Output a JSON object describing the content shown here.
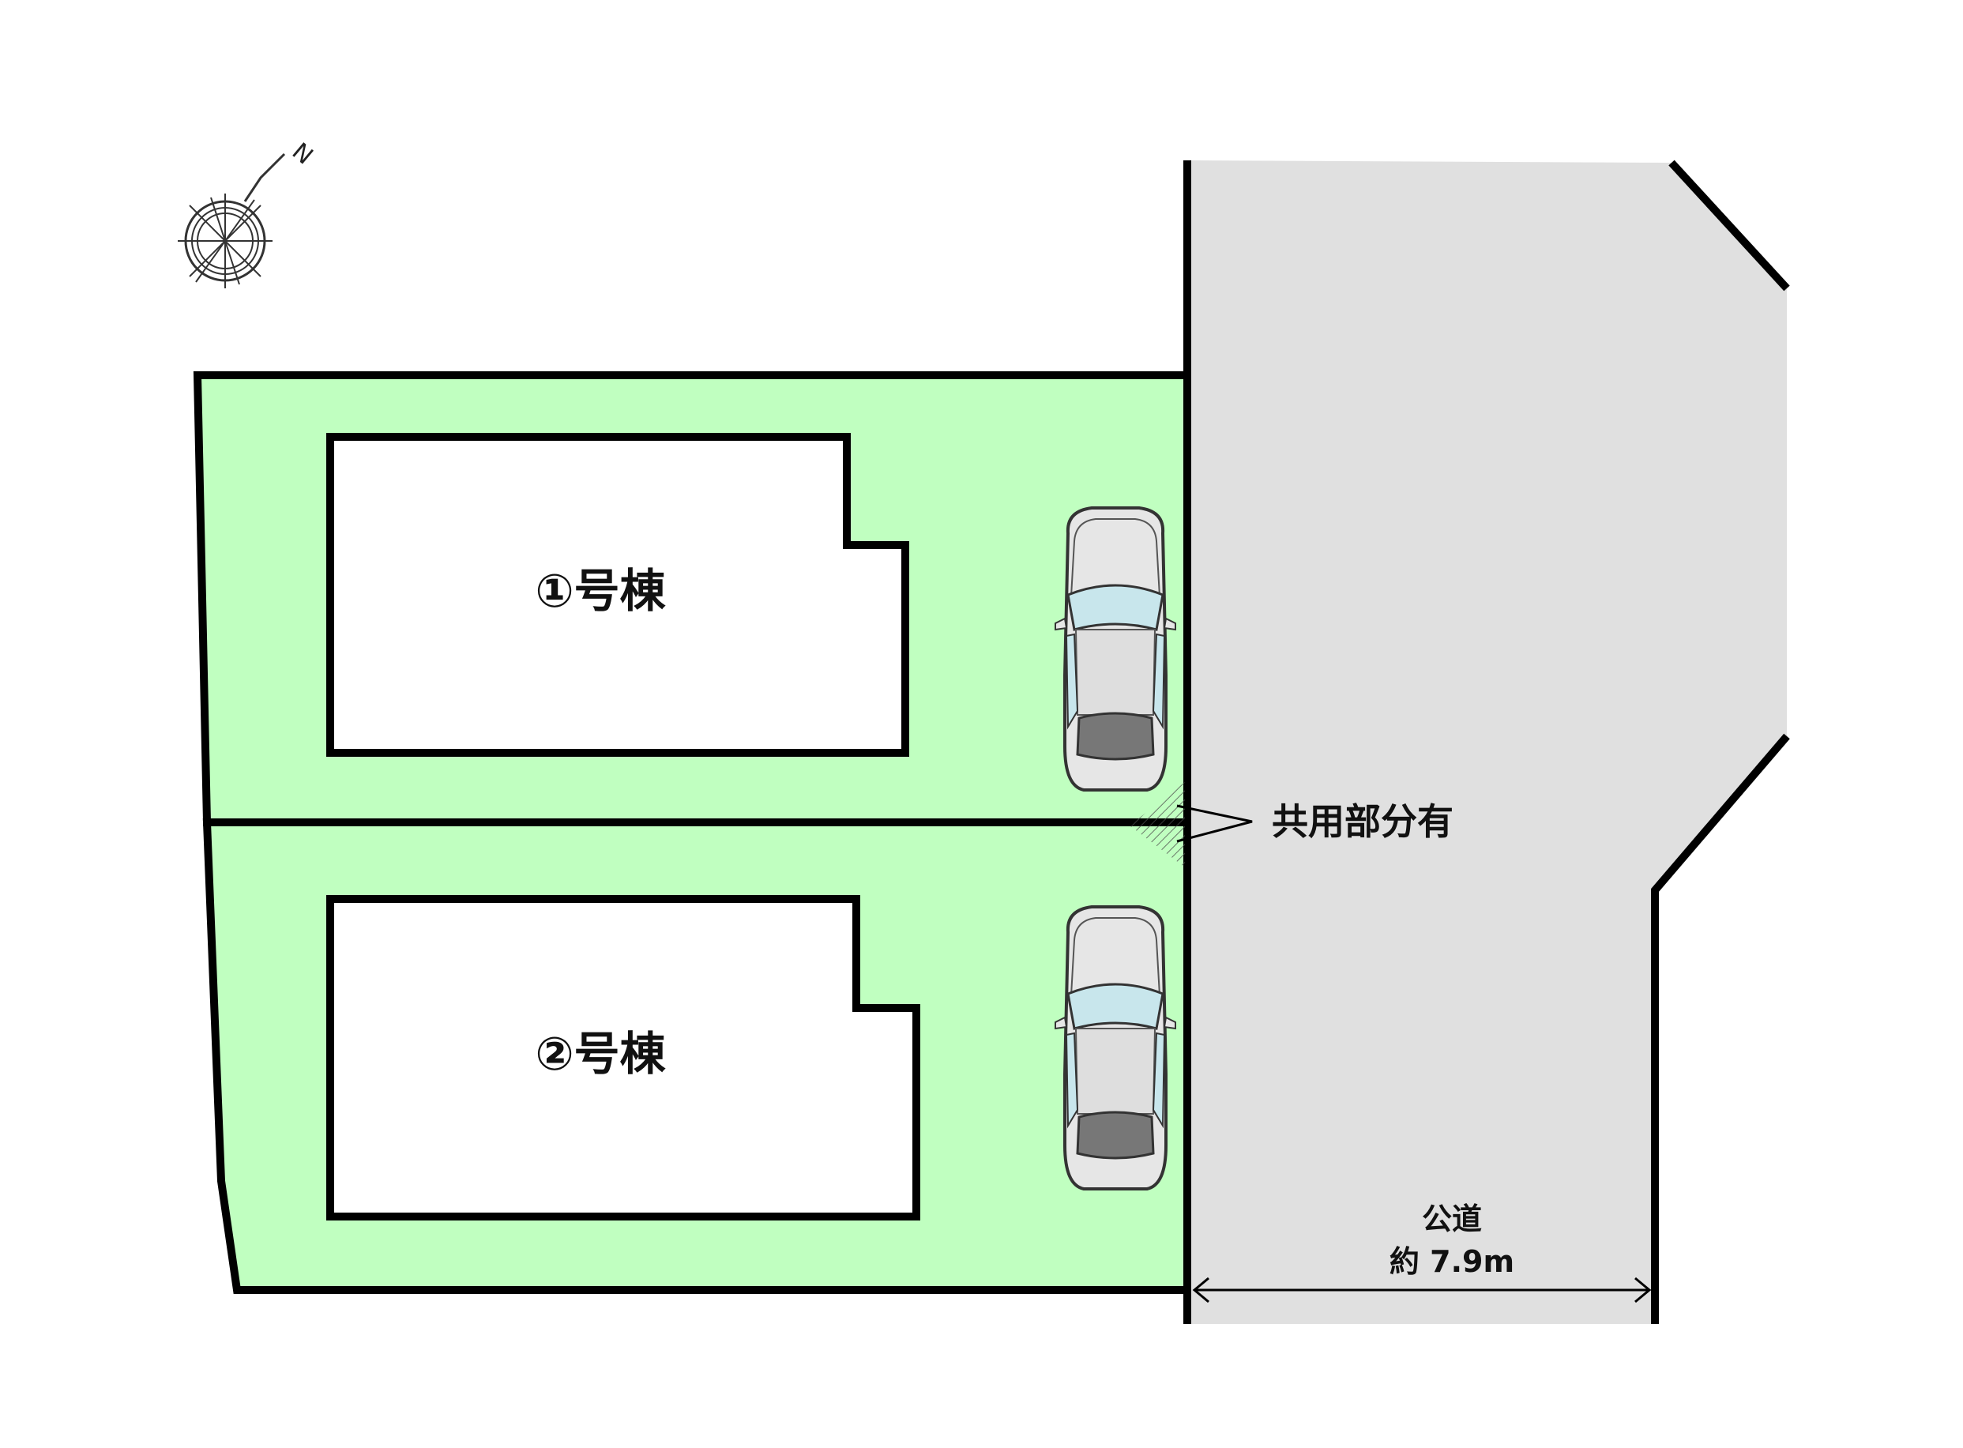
{
  "buildings": [
    {
      "label": "①号棟"
    },
    {
      "label": "②号棟"
    }
  ],
  "shared_note": "共用部分有",
  "road": {
    "label": "公道",
    "width_label": "約 7.9m"
  },
  "compass": {
    "north_label": "N"
  },
  "colors": {
    "lot_fill": "#c0ffc0",
    "road_fill": "#e0e0e0",
    "outline": "#000000",
    "windshield": "#c8e6ec",
    "rear_window": "#777777",
    "car_body": "#e6e6e6"
  }
}
